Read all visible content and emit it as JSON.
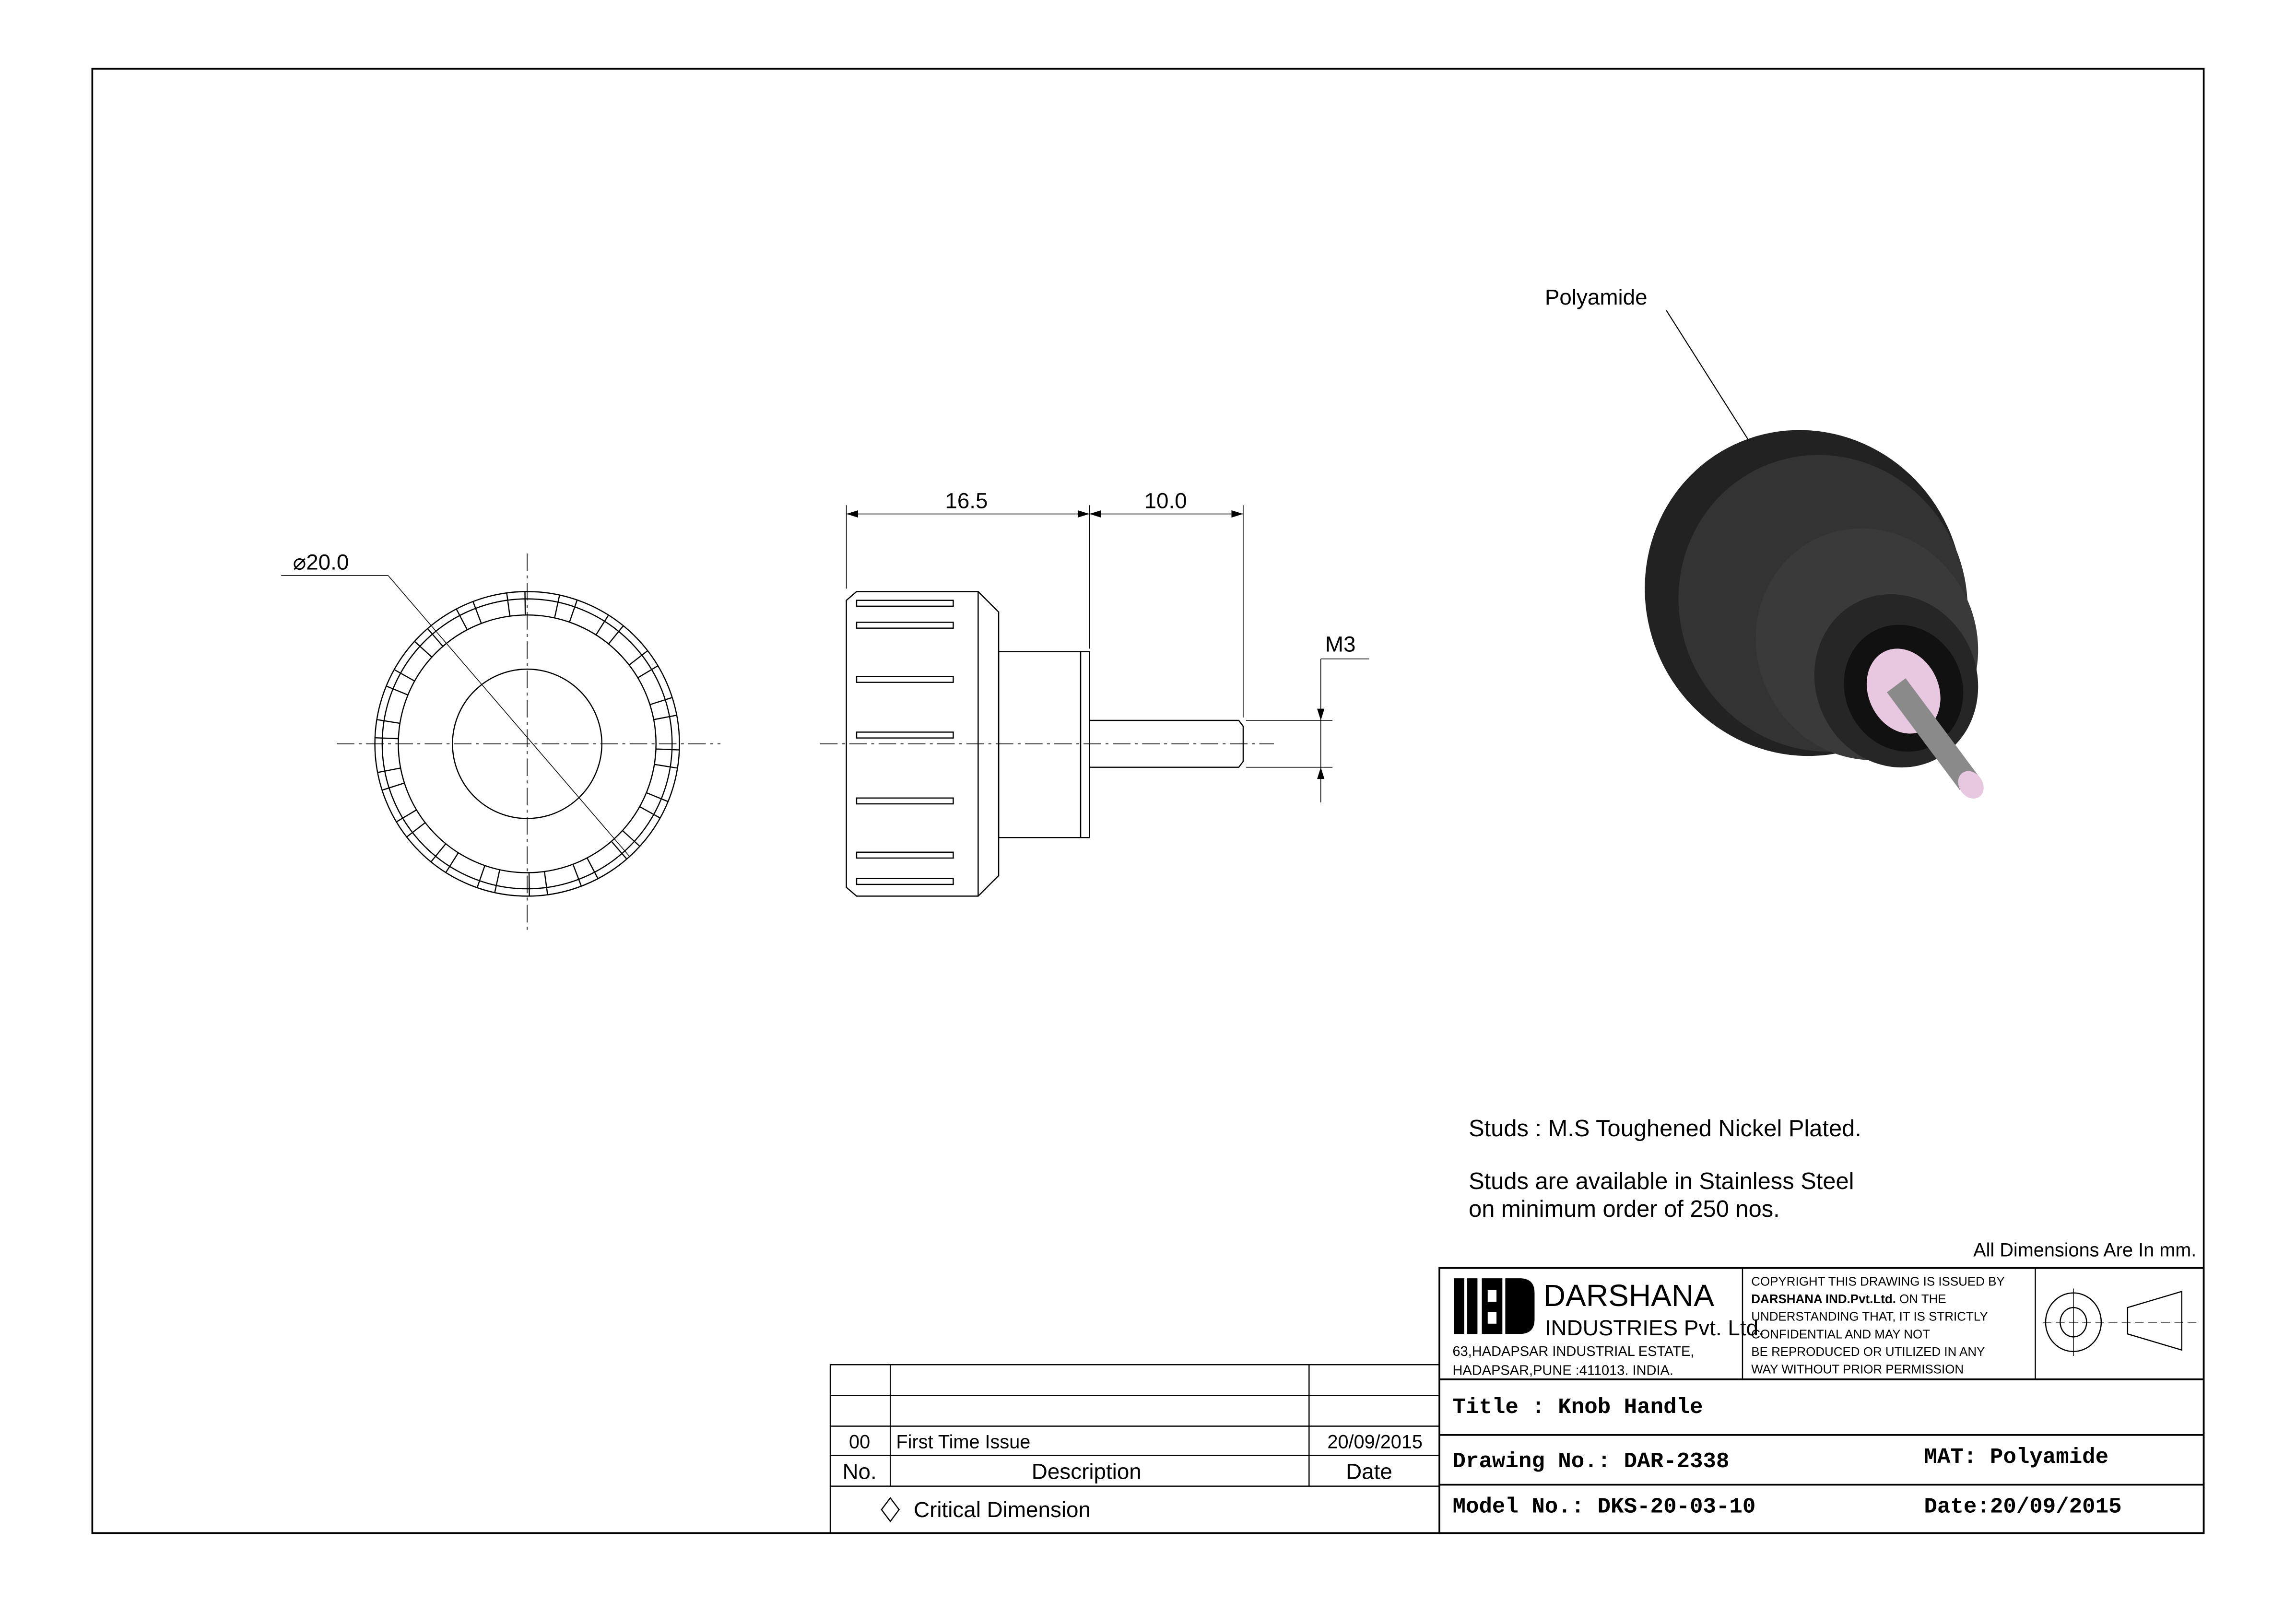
{
  "dimensions": {
    "diameter": "20.0",
    "knob_length": "16.5",
    "stud_length": "10.0",
    "thread": "M3"
  },
  "callout_material": "Polyamide",
  "notes": {
    "studs": "Studs : M.S Toughened Nickel Plated.",
    "availability_line1": "Studs are available in Stainless Steel",
    "availability_line2": "on minimum order of 250 nos.",
    "units": "All Dimensions Are In mm."
  },
  "company": {
    "name": "DARSHANA",
    "subtitle": "INDUSTRIES Pvt. Ltd.",
    "address1": "63,HADAPSAR INDUSTRIAL ESTATE,",
    "address2": "HADAPSAR,PUNE :411013. INDIA."
  },
  "copyright": {
    "line1": "COPYRIGHT THIS DRAWING IS ISSUED BY",
    "line2_bold": "DARSHANA IND.Pvt.Ltd.",
    "line2_rest": " ON THE",
    "line3": "UNDERSTANDING THAT, IT IS STRICTLY",
    "line4": "CONFIDENTIAL AND MAY NOT",
    "line5": "BE REPRODUCED OR UTILIZED IN ANY",
    "line6": "WAY WITHOUT PRIOR PERMISSION"
  },
  "title_block": {
    "title": "Title : Knob Handle",
    "drawing_no": "Drawing No.: DAR-2338",
    "material": "MAT: Polyamide",
    "model_no": "Model No.: DKS-20-03-10",
    "date": "Date:20/09/2015"
  },
  "revisions": {
    "headers": {
      "no": "No.",
      "description": "Description",
      "date": "Date"
    },
    "rows": [
      {
        "no": "00",
        "description": "First Time Issue",
        "date": "20/09/2015"
      }
    ],
    "critical_dimension": "Critical Dimension"
  },
  "colors": {
    "knob": "#2b2b2b",
    "stud": "#9a9a9a",
    "stud_end": "#e8c8e0"
  }
}
